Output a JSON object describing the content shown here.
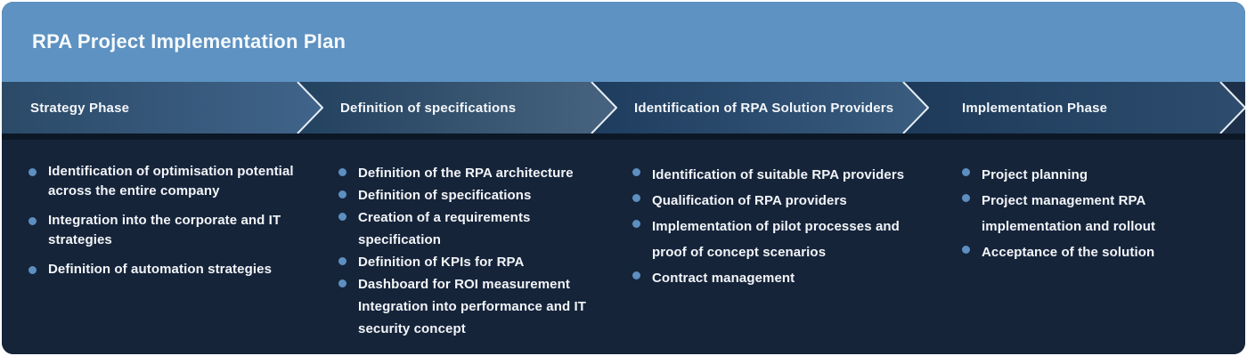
{
  "title": "RPA Project Implementation Plan",
  "colors": {
    "header_blue": "#5d92c2",
    "content_navy": "#16243a",
    "band_background": "#1e3049",
    "divider_dark": "#0c1826",
    "bullet_blue": "#5d8fc0",
    "chevron_outline": "#e6edf4",
    "text": "#f2f5f8",
    "chevron_gradients": [
      [
        "#2b4a68",
        "#40648a"
      ],
      [
        "#23425f",
        "#47637f"
      ],
      [
        "#1e3c5e",
        "#3a5d80"
      ],
      [
        "#1d3a5a",
        "#2e4d6e"
      ]
    ]
  },
  "phases": [
    {
      "label": "Strategy Phase",
      "items": [
        "Identification of optimisation potential across the entire company",
        "Integration into the corporate and IT strategies",
        "Definition of automation strategies"
      ]
    },
    {
      "label": "Definition of specifications",
      "items": [
        "Definition of the RPA architecture",
        "Definition of specifications",
        "Creation of a requirements specification",
        "Definition of KPIs for RPA",
        "Dashboard for ROI measurement Integration into performance and IT security concept"
      ]
    },
    {
      "label": "Identification of RPA Solution Providers",
      "items": [
        "Identification of suitable RPA providers",
        "Qualification of RPA providers",
        "Implementation of pilot processes and proof of concept scenarios",
        "Contract management"
      ]
    },
    {
      "label": "Implementation Phase",
      "items": [
        "Project planning",
        "Project management RPA implementation and rollout",
        "Acceptance of the solution"
      ]
    }
  ]
}
